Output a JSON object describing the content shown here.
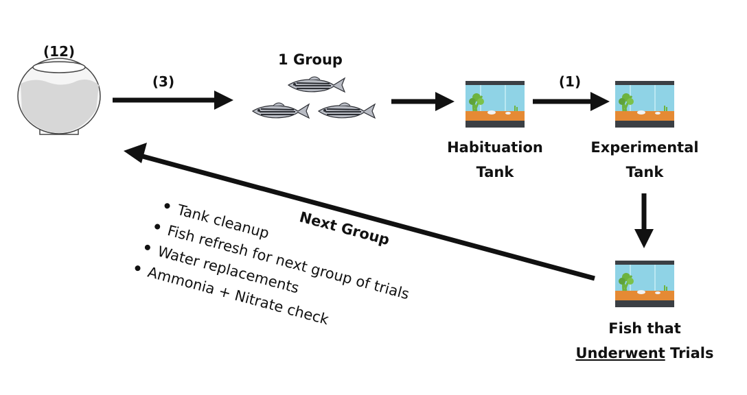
{
  "bowl": {
    "count_label": "(12)",
    "icon": "fishbowl-icon"
  },
  "transfer_to_group": {
    "label": "(3)"
  },
  "group": {
    "label": "1 Group",
    "icon": "zebrafish-icon"
  },
  "habituation_tank": {
    "line1": "Habituation",
    "line2": "Tank",
    "icon": "aquarium-icon"
  },
  "transfer_to_experimental": {
    "label": "(1)"
  },
  "experimental_tank": {
    "line1": "Experimental",
    "line2": "Tank",
    "icon": "aquarium-icon"
  },
  "post_trial_tank": {
    "line1": "Fish that",
    "line2_underlined": "Underwent",
    "line2_rest": " Trials",
    "icon": "aquarium-icon"
  },
  "return_arrow": {
    "label": "Next Group"
  },
  "checklist": {
    "items": [
      "Tank cleanup",
      "Fish refresh for next group of trials",
      "Water replacements",
      "Ammonia + Nitrate check"
    ]
  },
  "colors": {
    "ink": "#111111",
    "water": "#8fd3e6",
    "gravel": "#e58a34",
    "plant": "#6db33f",
    "tank_frame": "#3b3f44",
    "fish_body": "#b9bcc4",
    "fish_stripe": "#2b2d33",
    "bowl_water": "#d7d7d7"
  }
}
